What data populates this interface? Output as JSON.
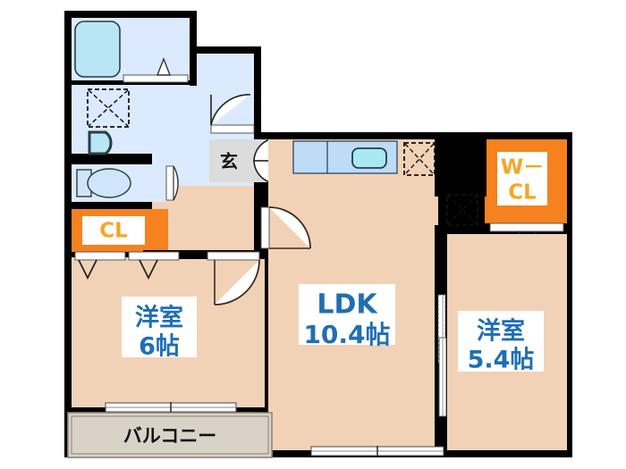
{
  "plan": {
    "title": "間取り図",
    "unit_label": "帖",
    "colors": {
      "wall": "#000000",
      "room_floor": "#f2d2b6",
      "wet_floor": "#dbeafe",
      "closet_fill": "#f5821f",
      "closet_text": "#f5a623",
      "balcony_fill": "#d9d2c7",
      "entry_fill": "#dcdcdc",
      "label_text": "#1f6fb4",
      "fixture_fill": "#b9e6f5",
      "window_fill": "#ffffff",
      "background": "#ffffff"
    }
  },
  "rooms": [
    {
      "id": "ldk",
      "name": "LDK",
      "size": "10.4帖",
      "label_line1": "LDK",
      "label_line2": "10.4帖",
      "floor_color": "#f2d2b6"
    },
    {
      "id": "bedroom-west",
      "name": "洋室",
      "size": "6帖",
      "label_line1": "洋室",
      "label_line2": "6帖",
      "floor_color": "#f2d2b6"
    },
    {
      "id": "bedroom-east",
      "name": "洋室",
      "size": "5.4帖",
      "label_line1": "洋室",
      "label_line2": "5.4帖",
      "floor_color": "#f2d2b6"
    },
    {
      "id": "balcony",
      "name": "バルコニー",
      "size": "",
      "label_line1": "バルコニー",
      "label_line2": "",
      "floor_color": "#d9d2c7"
    },
    {
      "id": "entrance",
      "name": "玄",
      "size": "",
      "label_line1": "玄",
      "label_line2": "",
      "floor_color": "#dcdcdc"
    }
  ],
  "closets": [
    {
      "id": "cl-west",
      "label": "CL",
      "fill": "#f5821f",
      "text_color": "#f5a623"
    },
    {
      "id": "wcl-east",
      "label": "W－CL",
      "label_line1": "W－",
      "label_line2": "CL",
      "fill": "#f5821f",
      "text_color": "#f5a623"
    }
  ],
  "fixtures": [
    {
      "id": "bathtub",
      "name": "bathtub-icon"
    },
    {
      "id": "bath-room",
      "name": "bathroom-area"
    },
    {
      "id": "washing-machine",
      "name": "washing-machine-space-icon"
    },
    {
      "id": "vanity",
      "name": "washbasin-icon"
    },
    {
      "id": "toilet",
      "name": "toilet-icon"
    },
    {
      "id": "kitchen-counter",
      "name": "kitchen-counter-icon"
    },
    {
      "id": "sink",
      "name": "kitchen-sink-icon"
    },
    {
      "id": "storage-upper",
      "name": "storage-space-icon"
    },
    {
      "id": "storage-lower",
      "name": "storage-space-icon"
    },
    {
      "id": "shoe-box",
      "name": "shoe-box-icon"
    }
  ],
  "openings": [
    {
      "id": "entry-door",
      "name": "entry-door-icon",
      "type": "double-swing"
    },
    {
      "id": "hall-door",
      "name": "hall-door-icon",
      "type": "swing"
    },
    {
      "id": "ldk-door",
      "name": "ldk-door-icon",
      "type": "swing"
    },
    {
      "id": "bedroom-west-door",
      "name": "bedroom-west-door-icon",
      "type": "swing"
    },
    {
      "id": "bath-door",
      "name": "bath-door-icon",
      "type": "swing"
    },
    {
      "id": "toilet-door",
      "name": "toilet-door-icon",
      "type": "swing"
    },
    {
      "id": "bedroom-east-door",
      "name": "bedroom-east-sliding-door-icon",
      "type": "sliding"
    },
    {
      "id": "ldk-window",
      "name": "ldk-window-icon",
      "type": "sliding-window"
    },
    {
      "id": "bedroom-west-window",
      "name": "bedroom-west-window-icon",
      "type": "sliding-window"
    },
    {
      "id": "bedroom-east-window",
      "name": "bedroom-east-window-icon",
      "type": "window"
    },
    {
      "id": "cl-doors",
      "name": "closet-folding-door-icon",
      "type": "folding"
    },
    {
      "id": "wcl-door",
      "name": "wcl-folding-door-icon",
      "type": "folding"
    }
  ]
}
